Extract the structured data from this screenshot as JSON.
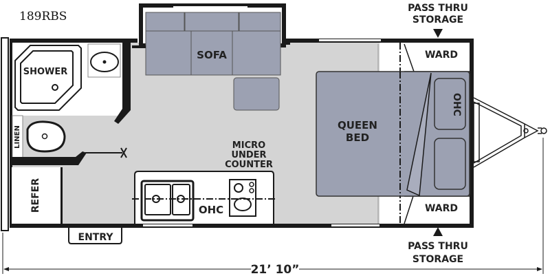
{
  "model_name": "189RBS",
  "labels": {
    "shower": "SHOWER",
    "sofa": "SOFA",
    "linen": "LINEN",
    "refer": "REFER",
    "entry": "ENTRY",
    "micro_line1": "MICRO",
    "micro_line2": "UNDER",
    "micro_line3": "COUNTER",
    "kitchen_ohc": "OHC",
    "queen_line1": "QUEEN",
    "queen_line2": "BED",
    "bedroom_ohc": "OHC",
    "ward_top": "WARD",
    "ward_bottom": "WARD",
    "pass_top_line1": "PASS THRU",
    "pass_top_line2": "STORAGE",
    "pass_bottom_line1": "PASS THRU",
    "pass_bottom_line2": "STORAGE"
  },
  "dimension": "21’ 10”",
  "colors": {
    "floor": "#d4d4d4",
    "furniture": "#9ca1b2",
    "wall": "#1a1a1a"
  }
}
